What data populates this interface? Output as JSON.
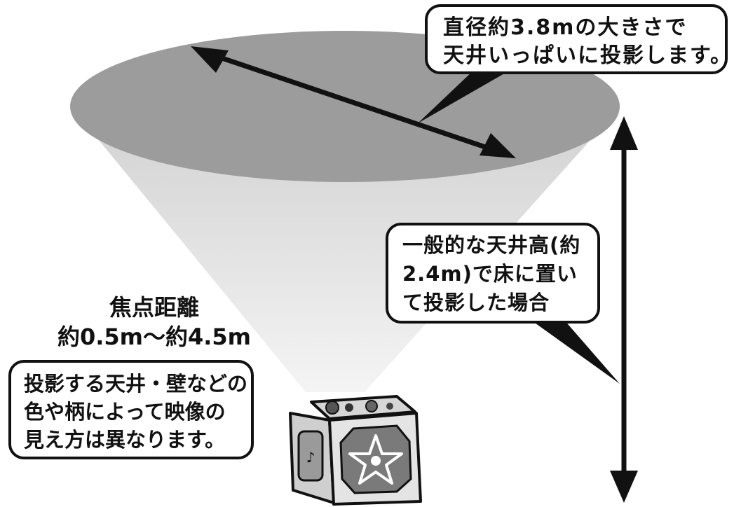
{
  "callouts": {
    "diameter": {
      "lines": [
        "直径約3.8mの大きさで",
        "天井いっぱいに投影します。"
      ]
    },
    "ceiling_height": {
      "lines": [
        "一般的な天井高(約",
        "2.4m)で床に置い",
        "て投影した場合"
      ]
    },
    "surface_note": {
      "lines": [
        "投影する天井・壁などの",
        "色や柄によって映像の",
        "見え方は異なります。"
      ]
    }
  },
  "focal_distance": {
    "title": "焦点距離",
    "range": "約0.5m〜約4.5m"
  },
  "colors": {
    "ink": "#111111",
    "ellipse_fill": "#9c9c9c",
    "beam_fill": "#e2e2e2",
    "projector_body": "#cfcfcf",
    "projector_face": "#7a7a7a"
  },
  "icons": {
    "projector": "cube-projector-icon",
    "star": "star-icon"
  }
}
